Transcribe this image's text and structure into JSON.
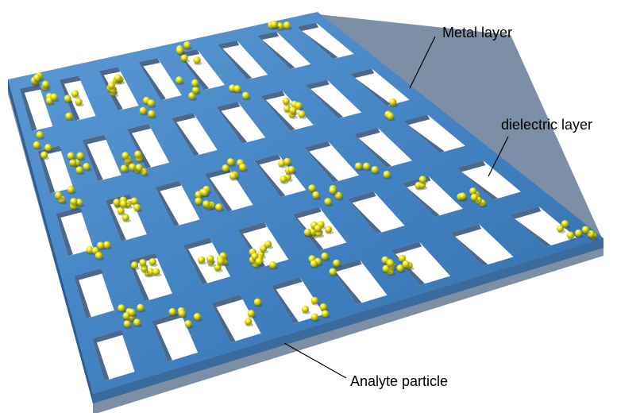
{
  "labels": {
    "metal_layer": "Metal layer",
    "dielectric_layer": "dielectric layer",
    "analyte_particle": "Analyte particle"
  },
  "grid": {
    "rows": 5,
    "columns": 8
  },
  "colors": {
    "metal_top": "#4f8fcb",
    "metal_edge": "#2f5f8e",
    "dielectric": "#7c8fa6",
    "hole": "#ffffff",
    "hole_wall": "#2c4f78",
    "particle": "#f2ea1c",
    "particle_shadow": "#6e6a00",
    "leader_line": "#000000"
  }
}
